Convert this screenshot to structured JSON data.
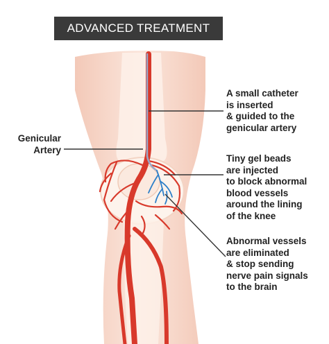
{
  "header": {
    "title": "ADVANCED TREATMENT"
  },
  "labels": {
    "genicular_artery": "Genicular\nArtery",
    "catheter": "A small catheter\nis inserted\n& guided to the\ngenicular artery",
    "gel_beads": "Tiny gel beads\nare injected\nto block abnormal\nblood vessels\naround the lining\nof the knee",
    "abnormal_vessels": "Abnormal vessels\nare eliminated\n& stop sending\nnerve pain signals\nto the brain"
  },
  "colors": {
    "title_background": "#3a3a3a",
    "skin_light": "#fbe6dc",
    "skin_mid": "#f4cdbd",
    "bone": "#fdf3ec",
    "artery": "#d8392b",
    "catheter": "#9aa7c7",
    "gel_beads": "#2c7fc9",
    "pointer_line": "#333333"
  }
}
